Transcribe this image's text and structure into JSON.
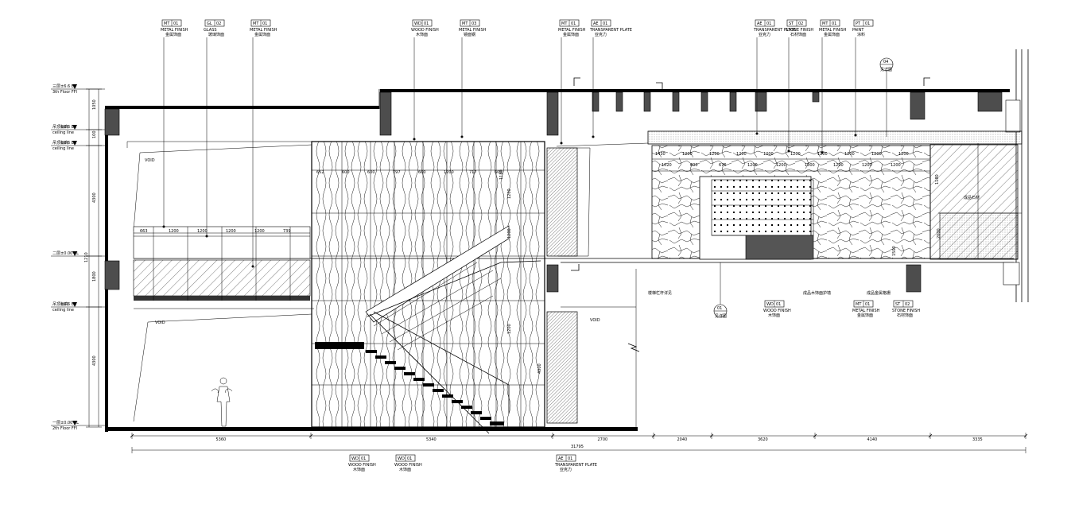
{
  "colors": {
    "ink": "#000000",
    "paper": "#ffffff",
    "column": "#4d4d4d",
    "dark_panel": "#555555"
  },
  "levels": [
    {
      "cn": "三层",
      "en": "3th Floor FFl",
      "value": "±6.6 EL"
    },
    {
      "cn": "吊顶标高",
      "en": "ceiling line",
      "value": "±6.6 EL"
    },
    {
      "cn": "吊顶标高",
      "en": "ceiling line",
      "value": "±6.6 EL"
    },
    {
      "cn": "二层",
      "en": "",
      "value": "±0.00 EL"
    },
    {
      "cn": "吊顶标高",
      "en": "ceiling line",
      "value": "±6.6 EL"
    },
    {
      "cn": "一层",
      "en": "2th Floor FFl",
      "value": "±0.00 EL"
    }
  ],
  "top_tags": [
    {
      "code": "MT",
      "num": "01",
      "en": "METAL FINISH",
      "cn": "金属饰面"
    },
    {
      "code": "GL",
      "num": "02",
      "en": "GLASS",
      "cn": "玻璃饰面"
    },
    {
      "code": "MT",
      "num": "01",
      "en": "METAL FINISH",
      "cn": "金属饰面"
    },
    {
      "code": "WD",
      "num": "01",
      "en": "WOOD FINISH",
      "cn": "木饰面"
    },
    {
      "code": "MT",
      "num": "03",
      "en": "METAL FINISH",
      "cn": "镜面钢"
    },
    {
      "code": "MT",
      "num": "01",
      "en": "METAL FINISH",
      "cn": "金属饰面"
    },
    {
      "code": "AE",
      "num": "01",
      "en": "TRANSPARENT PLATE",
      "cn": "亚克力"
    },
    {
      "code": "AE",
      "num": "01",
      "en": "TRANSPARENT PLATE",
      "cn": "亚克力"
    },
    {
      "code": "ST",
      "num": "02",
      "en": "STONE FINISH",
      "cn": "石材饰面"
    },
    {
      "code": "MT",
      "num": "01",
      "en": "METAL FINISH",
      "cn": "金属饰面"
    },
    {
      "code": "PT",
      "num": "01",
      "en": "PAINT",
      "cn": "涂料"
    }
  ],
  "mid_tags": [
    {
      "code": "WD",
      "num": "01",
      "en": "WOOD FINISH",
      "cn": "木饰面"
    },
    {
      "code": "MT",
      "num": "01",
      "en": "METAL FINISH",
      "cn": "金属饰面"
    },
    {
      "code": "ST",
      "num": "02",
      "en": "STONE FINISH",
      "cn": "石材饰面"
    }
  ],
  "bottom_tags": [
    {
      "code": "WD",
      "num": "01",
      "en": "WOOD FINISH",
      "cn": "木饰面"
    },
    {
      "code": "WD",
      "num": "01",
      "en": "WOOD FINISH",
      "cn": "木饰面"
    },
    {
      "code": "AE",
      "num": "01",
      "en": "TRANSPARENT PLATE",
      "cn": "亚克力"
    }
  ],
  "labels": {
    "void": "VOID",
    "detail_top": "04",
    "detail_top_sub": "见详图",
    "detail_mid": "01",
    "detail_mid_sub": "见详图",
    "stone_note": "成品石材",
    "stair_note": "楼梯栏杆详见",
    "mid_note_a": "成品木饰面护墙",
    "mid_note_b": "成品金属格栅",
    "mid_note_c": "成品金属格栅"
  },
  "bottom_dims": [
    "5360",
    "5340",
    "2700",
    "2040",
    "3620",
    "4140",
    "3335"
  ],
  "total_dim": "31795",
  "left_dims": [
    "1050",
    "100",
    "4300",
    "1210",
    "1800",
    "4300"
  ],
  "facade_dims_a": [
    "663",
    "1200",
    "1200",
    "1200",
    "1200",
    "739"
  ],
  "facade_dims_b": [
    "652",
    "600",
    "600",
    "797",
    "600",
    "1200",
    "717",
    "600"
  ],
  "stone_dims_a": [
    "1430",
    "1200",
    "1200",
    "1200",
    "1200",
    "1200",
    "1200",
    "1200",
    "1200",
    "1200"
  ],
  "stone_dims_b": [
    "1020",
    "600",
    "676",
    "1200",
    "1200",
    "1000",
    "1200",
    "1200",
    "1200"
  ],
  "vertical_dims": [
    "1180",
    "1200",
    "1200",
    "1200",
    "4000",
    "1180",
    "2000",
    "1500"
  ]
}
